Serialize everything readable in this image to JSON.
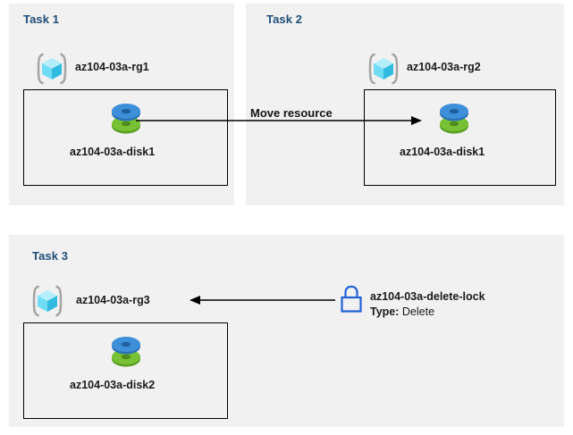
{
  "diagram": {
    "title_color": "#1f4e79",
    "panel_bg": "#f1f1f1",
    "page_bg": "#ffffff",
    "box_border_color": "#000000",
    "arrow_color": "#000000",
    "lock_color": "#1f62d6",
    "disk_top_color": "#3c8fd8",
    "disk_bottom_color": "#74b92c",
    "rg_cube_color": "#4fd2f0",
    "rg_bracket_color": "#a6a6a6"
  },
  "panels": [
    {
      "id": "task1",
      "title": "Task 1",
      "resource_group": {
        "icon": "resource-group-icon",
        "label": "az104-03a-rg1"
      },
      "resource": {
        "icon": "managed-disk-icon",
        "label": "az104-03a-disk1"
      }
    },
    {
      "id": "task2",
      "title": "Task 2",
      "resource_group": {
        "icon": "resource-group-icon",
        "label": "az104-03a-rg2"
      },
      "resource": {
        "icon": "managed-disk-icon",
        "label": "az104-03a-disk1"
      }
    },
    {
      "id": "task3",
      "title": "Task 3",
      "resource_group": {
        "icon": "resource-group-icon",
        "label": "az104-03a-rg3"
      },
      "resource": {
        "icon": "managed-disk-icon",
        "label": "az104-03a-disk2"
      },
      "lock": {
        "icon": "padlock-icon",
        "label": "az104-03a-delete-lock",
        "type_key": "Type:",
        "type_value": "Delete"
      }
    }
  ],
  "connectors": {
    "move_resource": {
      "label": "Move resource",
      "direction": "right"
    },
    "lock_applies_to": {
      "label": "",
      "direction": "left"
    }
  }
}
